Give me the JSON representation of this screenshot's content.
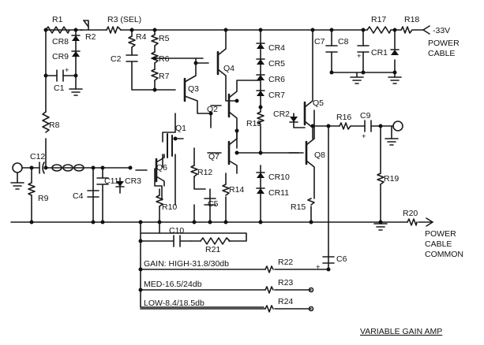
{
  "title": "VARIABLE GAIN AMP",
  "supply": {
    "voltage": "-33V",
    "power_label": [
      "POWER",
      "CABLE"
    ],
    "common_label": [
      "POWER",
      "CABLE",
      "COMMON"
    ]
  },
  "labels": {
    "r1": "R1",
    "r2": "R2",
    "r3": "R3 (SEL)",
    "r4": "R4",
    "r5": "R5",
    "r6": "R6",
    "r7": "R7",
    "r8": "R8",
    "r9": "R9",
    "r10": "R10",
    "r12": "R12",
    "r13": "R13",
    "r14": "R14",
    "r15": "R15",
    "r16": "R16",
    "r17": "R17",
    "r18": "R18",
    "r19": "R19",
    "r20": "R20",
    "r21": "R21",
    "r22": "R22",
    "r23": "R23",
    "r24": "R24",
    "c1": "C1",
    "c2": "C2",
    "c4": "C4",
    "c5": "C5",
    "c6": "C6",
    "c7": "C7",
    "c8": "C8",
    "c9": "C9",
    "c10": "C10",
    "c11": "C11",
    "c12": "C12",
    "cr1": "CR1",
    "cr2": "CR2",
    "cr3": "CR3",
    "cr4": "CR4",
    "cr5": "CR5",
    "cr6": "CR6",
    "cr7": "CR7",
    "cr8": "CR8",
    "cr9": "CR9",
    "cr10": "CR10",
    "cr11": "CR11",
    "q1": "Q1",
    "q2": "Q2",
    "q3": "Q3",
    "q4": "Q4",
    "q5": "Q5",
    "q6": "Q6",
    "q7": "Q7",
    "q8": "Q8",
    "plus": "+"
  },
  "gain": {
    "high": "GAIN: HIGH-31.8/30db",
    "med": "MED-16.5/24db",
    "low": "LOW-8.4/18.5db"
  }
}
